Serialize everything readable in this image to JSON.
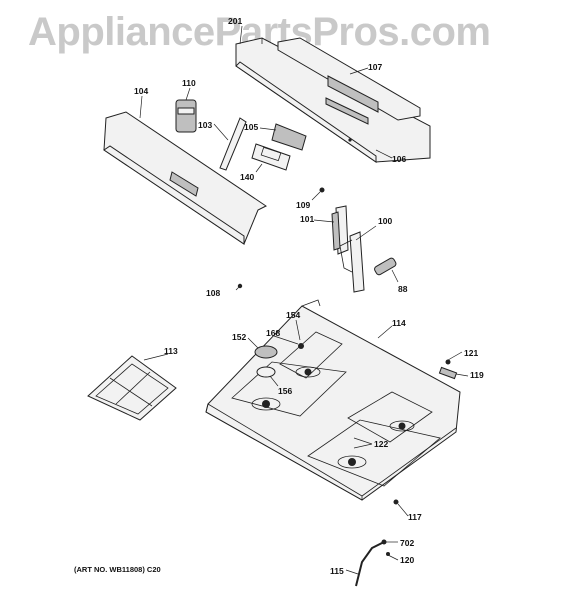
{
  "watermark": "AppliancePartsPros.com",
  "art_number": "(ART NO. WB11808) C20",
  "labels": {
    "p201": "201",
    "p107": "107",
    "p110": "110",
    "p104": "104",
    "p103": "103",
    "p105": "105",
    "p140": "140",
    "p106": "106",
    "p109": "109",
    "p101": "101",
    "p100": "100",
    "p108": "108",
    "p88": "88",
    "p154": "154",
    "p114": "114",
    "p152": "152",
    "p168": "168",
    "p113": "113",
    "p156": "156",
    "p121": "121",
    "p119": "119",
    "p122": "122",
    "p117": "117",
    "p702": "702",
    "p120": "120",
    "p115": "115"
  }
}
